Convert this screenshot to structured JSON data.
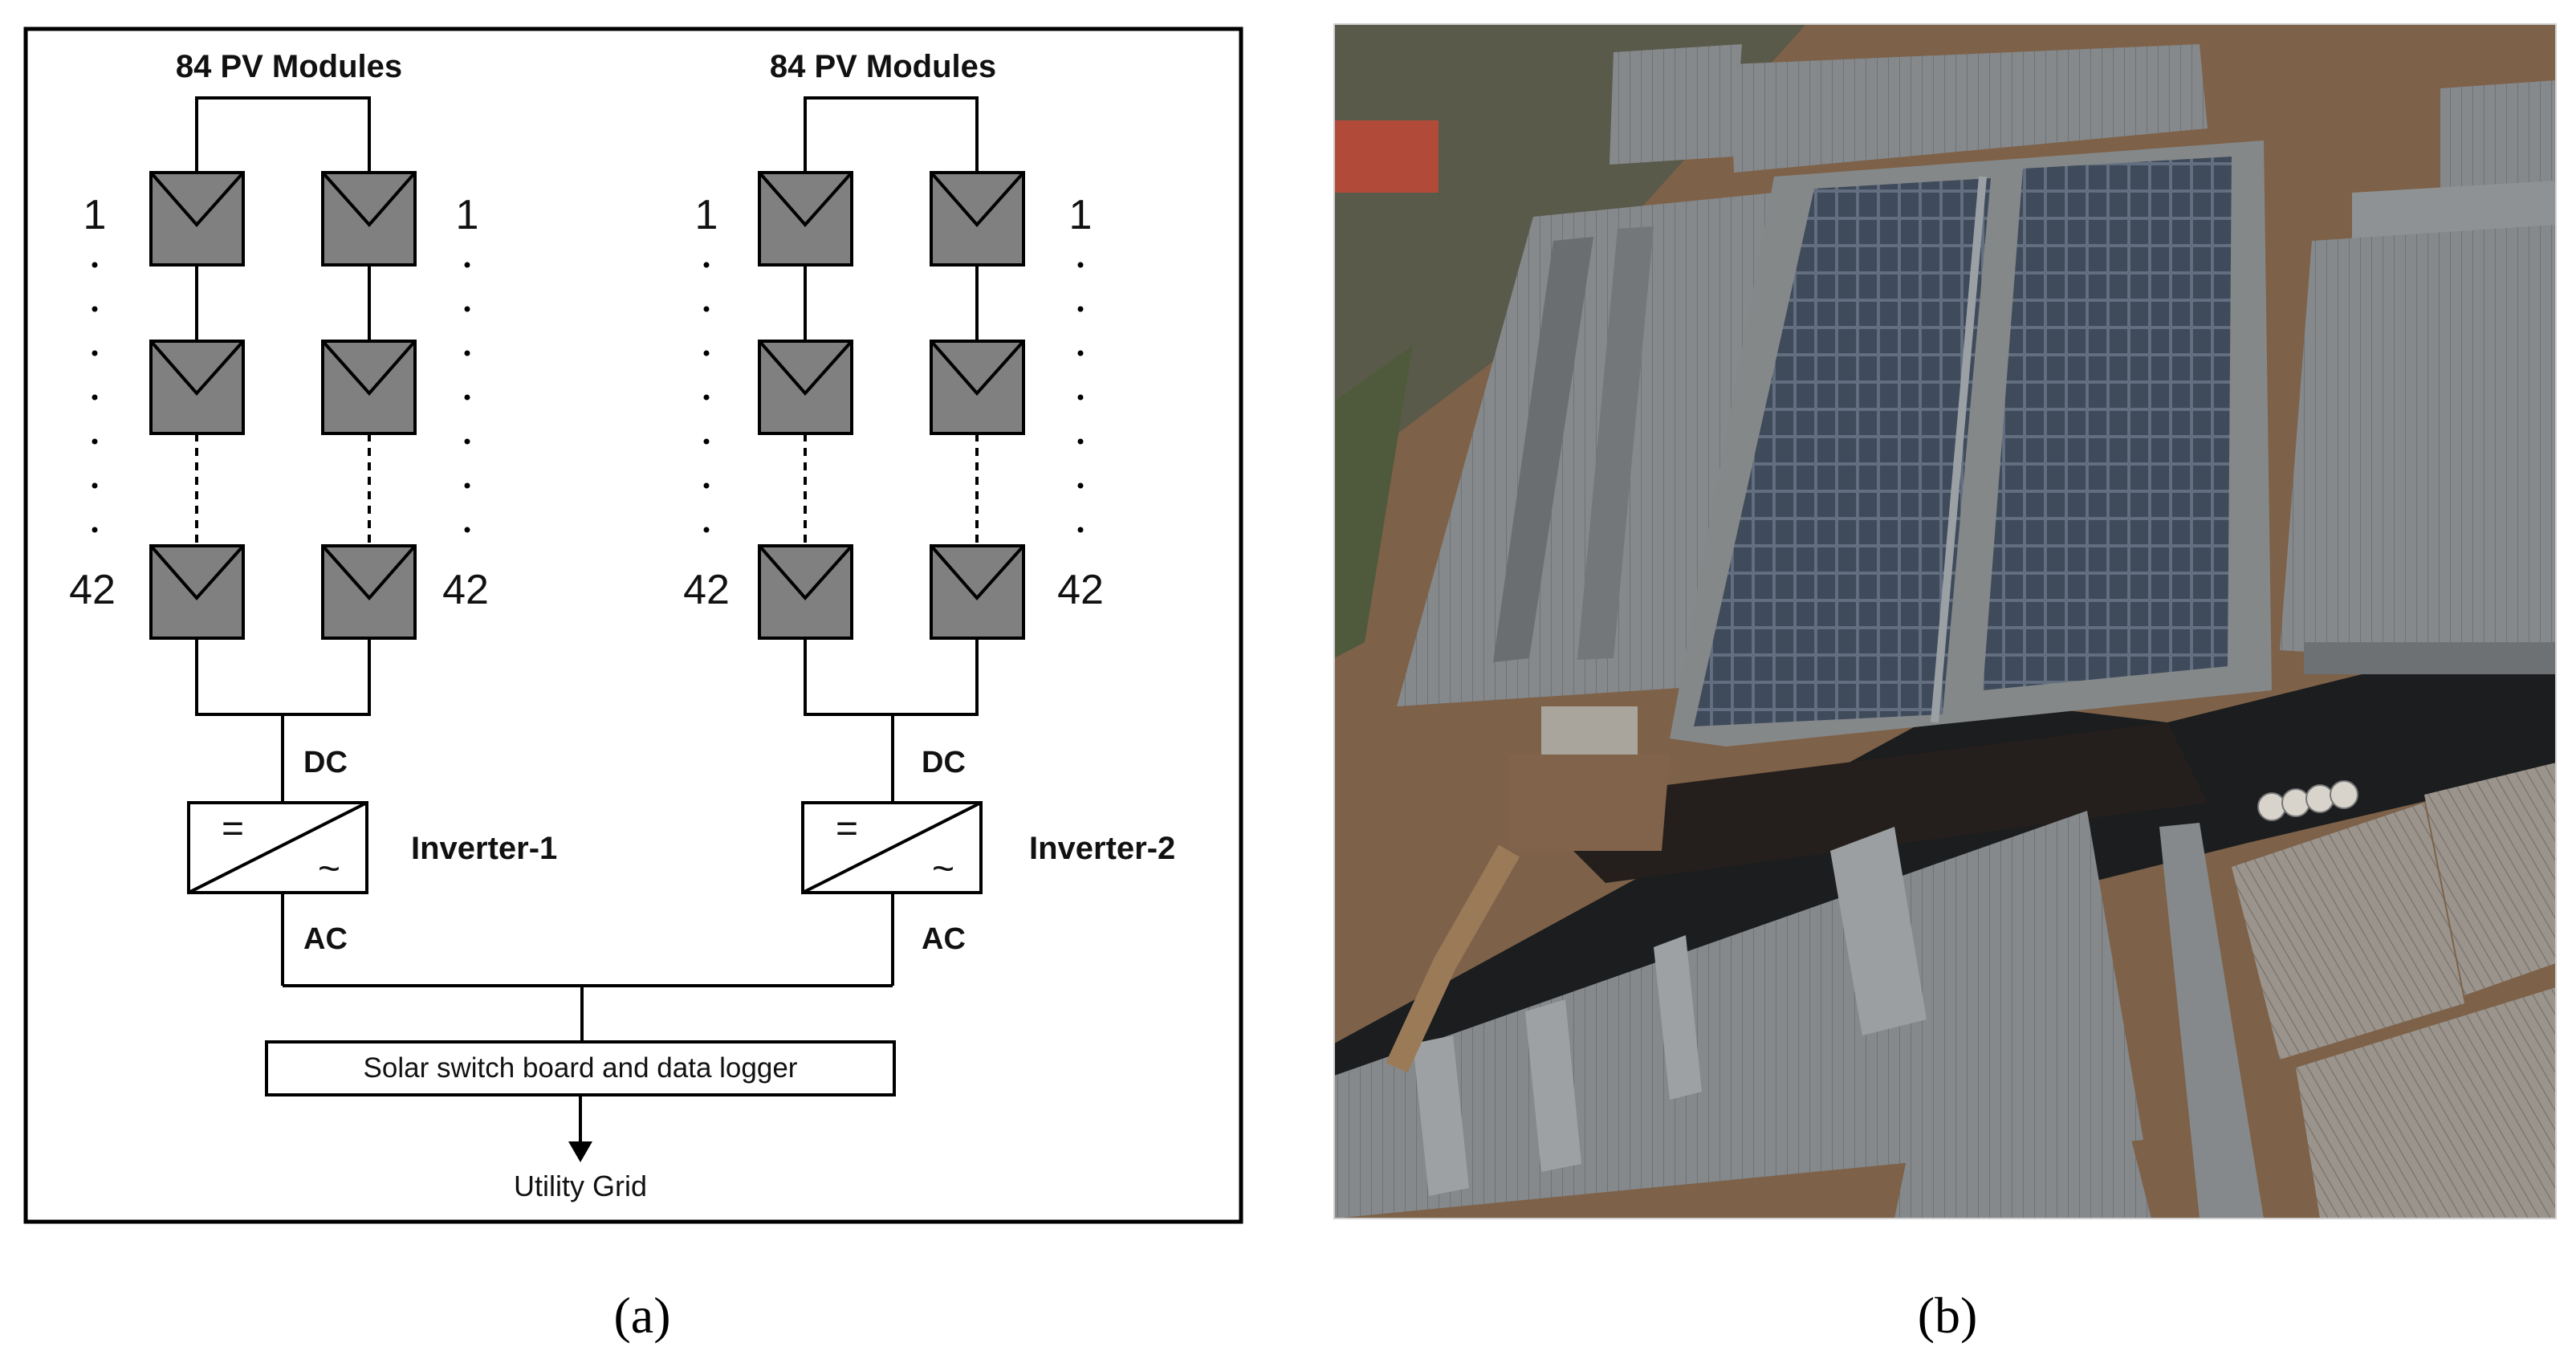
{
  "panel_a": {
    "strings": [
      {
        "title": "84 PV Modules",
        "left_top": "1",
        "right_top": "1",
        "left_bottom": "42",
        "right_bottom": "42",
        "dc_label": "DC",
        "ac_label": "AC",
        "inverter_label": "Inverter-1",
        "inverter_symbol_dc": "=",
        "inverter_symbol_ac": "~"
      },
      {
        "title": "84 PV Modules",
        "left_top": "1",
        "right_top": "1",
        "left_bottom": "42",
        "right_bottom": "42",
        "dc_label": "DC",
        "ac_label": "AC",
        "inverter_label": "Inverter-2",
        "inverter_symbol_dc": "=",
        "inverter_symbol_ac": "~"
      }
    ],
    "switchboard_label": "Solar switch board and data logger",
    "grid_label": "Utility Grid",
    "caption": "(a)"
  },
  "panel_b": {
    "caption": "(b)"
  },
  "colors": {
    "module_fill": "#808080",
    "line": "#000000",
    "roof_grey": "#7b7e80",
    "solar_panel": "#4a5668",
    "ground": "#8a6a4e",
    "shadow": "#1a1c1e"
  }
}
